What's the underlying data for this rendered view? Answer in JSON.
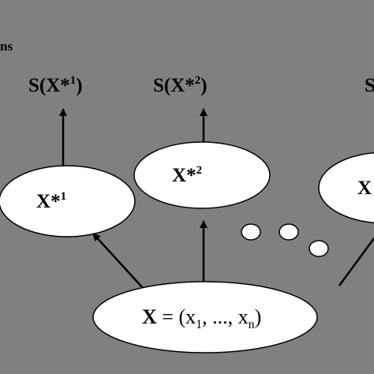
{
  "header": {
    "partial_text": "ns"
  },
  "stats": [
    {
      "prefix": "S(",
      "base": "X",
      "star": "*",
      "sup": "1",
      "suffix": ")"
    },
    {
      "prefix": "S(",
      "base": "X",
      "star": "*",
      "sup": "2",
      "suffix": ")"
    },
    {
      "prefix": "S"
    }
  ],
  "bootstrap_samples": [
    {
      "base": "X",
      "star": "*",
      "sup": "1"
    },
    {
      "base": "X",
      "star": "*",
      "sup": "2"
    },
    {
      "base": "X"
    }
  ],
  "original_sample": {
    "base": "X",
    "equals": " = (",
    "x1": "x",
    "sub1": "1",
    "middle": ", ..., ",
    "xn": "x",
    "subn": "n",
    "close": ")"
  },
  "colors": {
    "background": "#808080",
    "ellipse_fill": "#ffffff",
    "stroke": "#000000"
  }
}
